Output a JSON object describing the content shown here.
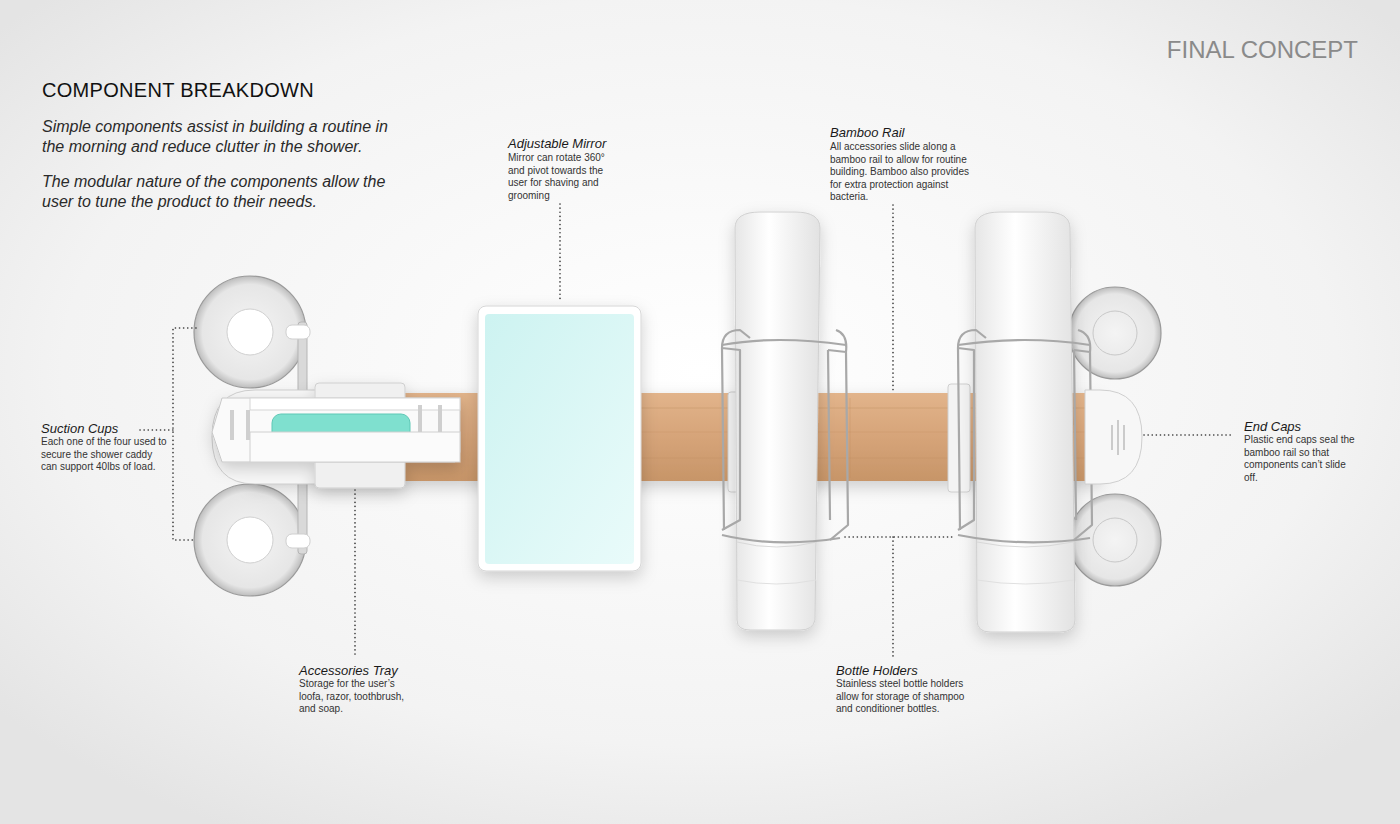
{
  "diagram": {
    "title": "COMPONENT BREAKDOWN",
    "labels": [
      "FINAL CONCEPT",
      "Simple components assist in building a routine in the morning and reduce clutter in the shower.",
      "The modular nature of the components allow the user to tune the product to their needs.",
      "Adjustable Mirror",
      "Mirror can rotate 360° and pivot towards the user for shaving and grooming",
      "Bamboo Rail",
      "All accessories slide along a bamboo rail to allow for routine building. Bamboo also provides for extra protection against bacteria.",
      "Suction Cups",
      "Each one of the four used to secure the shower caddy can support 40lbs of load.",
      "End Caps",
      "Plastic end caps seal the bamboo rail so that components can’t slide off.",
      "Accessories Tray",
      "Storage for the user’s loofa, razor, toothbrush, and soap.",
      "Bottle Holders",
      "Stainless steel bottle holders allow for storage of shampoo and conditioner bottles."
    ]
  }
}
